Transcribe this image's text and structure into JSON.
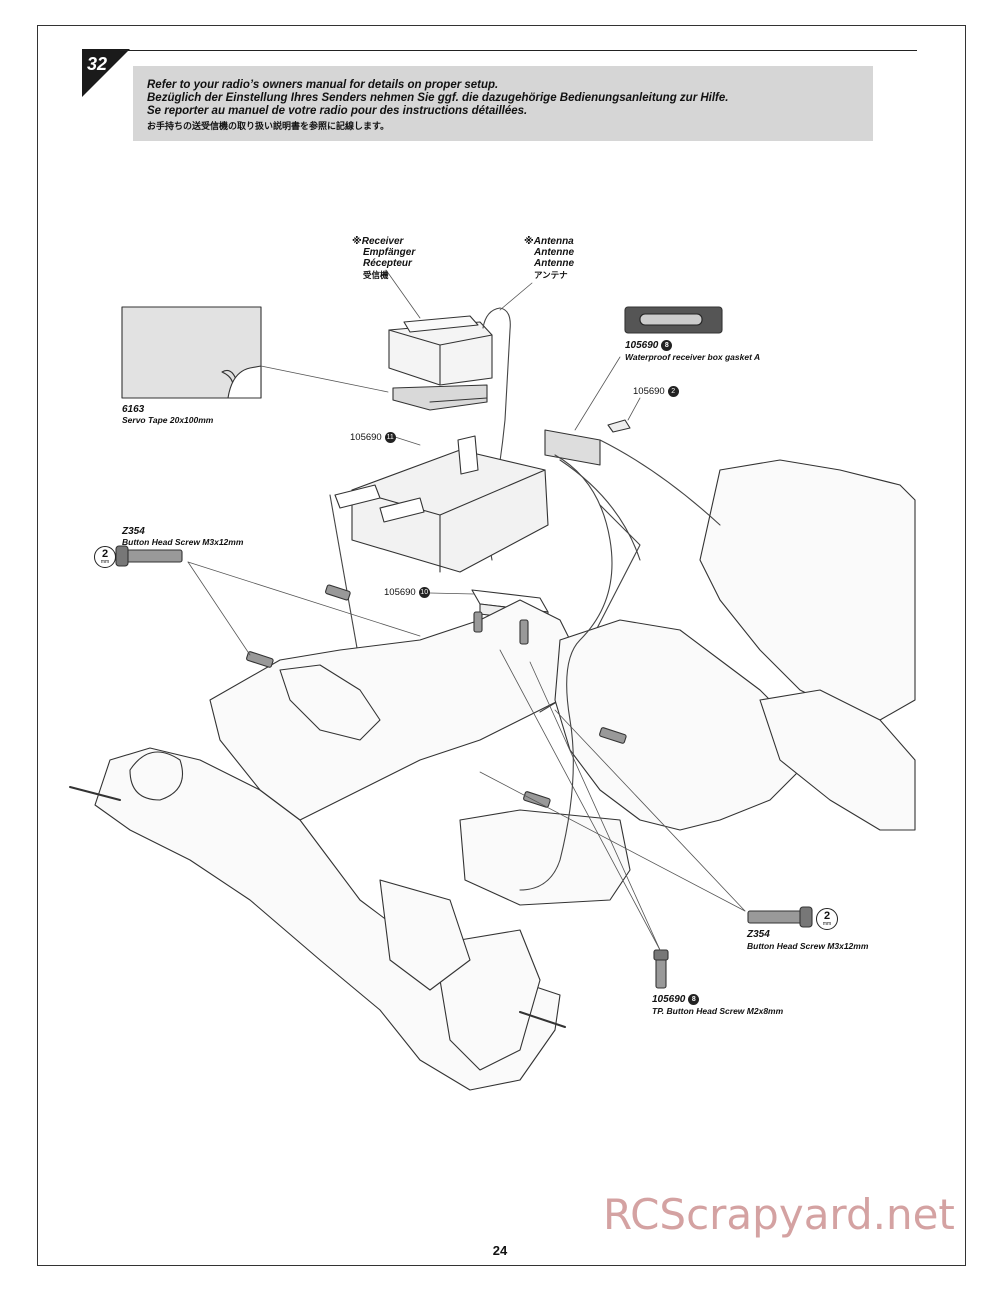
{
  "step": {
    "number": "32"
  },
  "instructions": {
    "en": "Refer to your radio’s owners manual for details on proper setup.",
    "de": "Bezüglich der Einstellung Ihres Senders nehmen Sie ggf. die dazugehörige Bedienungsanleitung zur Hilfe.",
    "fr": "Se reporter au manuel de votre radio pour des instructions détaillées.",
    "jp": "お手持ちの送受信機の取り扱い説明書を参照に記線します。"
  },
  "labels": {
    "receiver": {
      "mark": "※",
      "en": "Receiver",
      "de": "Empfänger",
      "fr": "Récepteur",
      "jp": "受信機"
    },
    "antenna": {
      "mark": "※",
      "en": "Antenna",
      "de": "Antenne",
      "fr": "Antenne",
      "jp": "アンテナ"
    },
    "servo_tape": {
      "part": "6163",
      "desc": "Servo Tape 20x100mm"
    },
    "gasket": {
      "part": "105690",
      "badge": "8",
      "desc": "Waterproof receiver box gasket A"
    },
    "part_2": {
      "part": "105690",
      "badge": "2"
    },
    "part_11": {
      "part": "105690",
      "badge": "11"
    },
    "part_10": {
      "part": "105690",
      "badge": "10"
    },
    "screw_left": {
      "part": "Z354",
      "desc": "Button Head Screw M3x12mm",
      "size": "2",
      "unit": "mm"
    },
    "screw_right": {
      "part": "Z354",
      "desc": "Button Head Screw M3x12mm",
      "size": "2",
      "unit": "mm"
    },
    "screw_tp": {
      "part": "105690",
      "badge": "8",
      "desc": "TP. Button Head Screw M2x8mm"
    }
  },
  "page_number": "24",
  "watermark": "RCScrapyard.net"
}
